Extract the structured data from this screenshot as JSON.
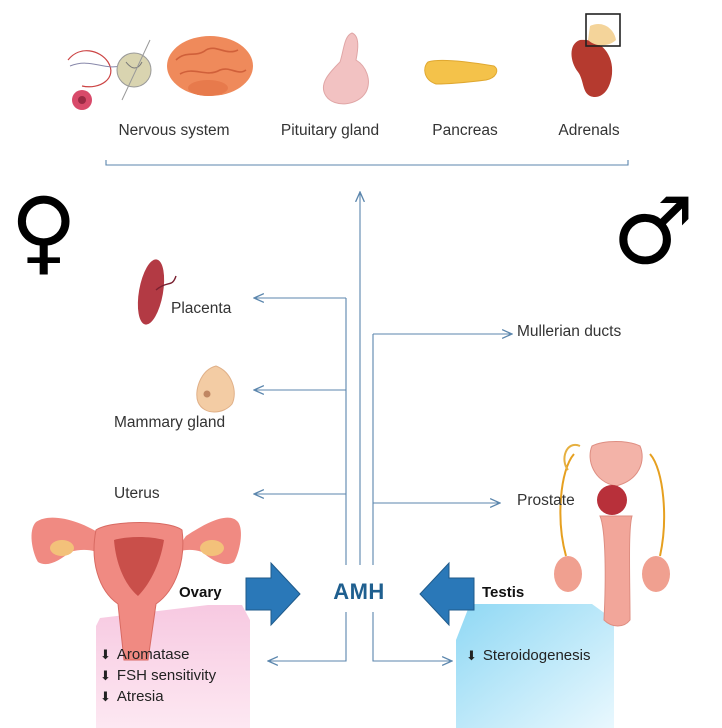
{
  "top_targets": [
    {
      "id": "nervous",
      "label": "Nervous system"
    },
    {
      "id": "pituitary",
      "label": "Pituitary gland"
    },
    {
      "id": "pancreas",
      "label": "Pancreas"
    },
    {
      "id": "adrenals",
      "label": "Adrenals"
    }
  ],
  "female_targets": [
    {
      "id": "placenta",
      "label": "Placenta"
    },
    {
      "id": "mammary",
      "label": "Mammary gland"
    },
    {
      "id": "uterus",
      "label": "Uterus"
    }
  ],
  "male_targets": [
    {
      "id": "mullerian",
      "label": "Mullerian ducts"
    },
    {
      "id": "prostate",
      "label": "Prostate"
    }
  ],
  "center": {
    "label": "AMH"
  },
  "ovary": {
    "label": "Ovary",
    "effects": [
      "Aromatase",
      "FSH sensitivity",
      "Atresia"
    ]
  },
  "testis": {
    "label": "Testis",
    "effects": [
      "Steroidogenesis"
    ]
  },
  "symbols": {
    "female": "♀",
    "male": "♂"
  },
  "colors": {
    "arrow_line": "#5b86ad",
    "big_arrow": "#2a78b8",
    "amh_text": "#1f5f8f",
    "ovary_box": "#f3b6d6",
    "testis_box": "#8fd8f4"
  }
}
